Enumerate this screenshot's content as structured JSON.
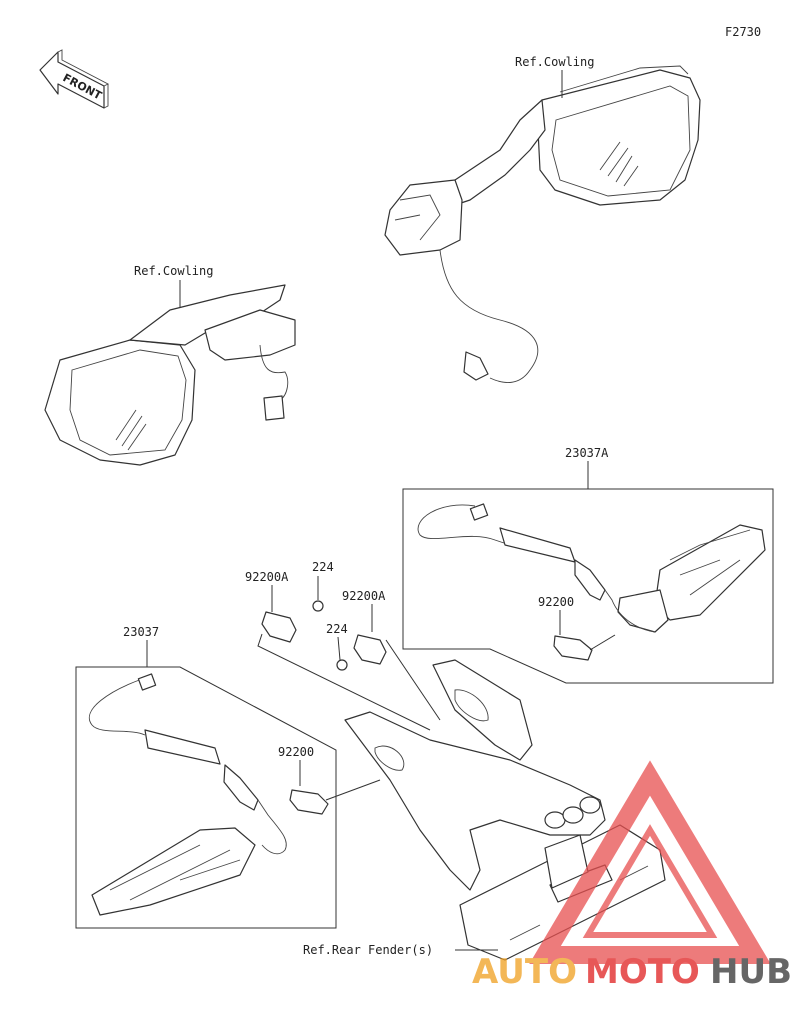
{
  "diagram_code": "F2730",
  "front_arrow_label": "FRONT",
  "callouts": {
    "ref_cowling_right": "Ref.Cowling",
    "ref_cowling_left": "Ref.Cowling",
    "assembly_a": "23037A",
    "assembly": "23037",
    "bracket_a_left": "92200A",
    "bracket_a_right": "92200A",
    "screw_upper": "224",
    "screw_lower": "224",
    "plate_right": "92200",
    "plate_left": "92200",
    "ref_rear_fender": "Ref.Rear Fender(s)"
  },
  "watermark": {
    "part1": "AUTO",
    "part2": "MOTO",
    "part3": "HUB",
    "color_orange": "#f0a020",
    "color_red": "#e02020",
    "color_dark": "#333333"
  }
}
